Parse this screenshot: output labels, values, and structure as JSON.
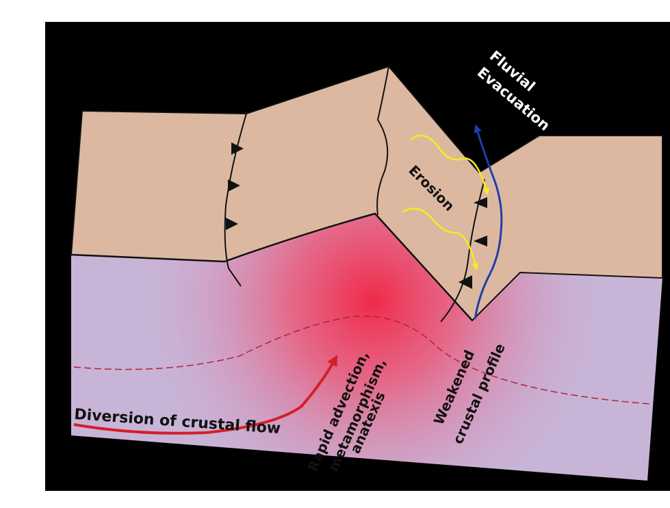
{
  "labels": {
    "fluvial": "Fluvial",
    "evacuation": "Evacuation",
    "erosion": "Erosion",
    "diversion": "Diversion of crustal flow",
    "rapid_line1": "Rapid advection,",
    "rapid_line2": "metamorphism,",
    "rapid_line3": "anatexis",
    "weakened_line1": "Weakened",
    "weakened_line2": "crustal profile"
  },
  "colors": {
    "background": "#000000",
    "upper_crust": "#dcb8a1",
    "lower_crust": "#c8b4d6",
    "hot_zone": "#ee2244",
    "flow_arrow": "#d21f2a",
    "erosion_arrows": "#f5ee1a",
    "river": "#1c3fa8",
    "fault": "#111111"
  },
  "icons": {
    "thrust_teeth": "triangle-icon",
    "arrows": "arrow-icon"
  }
}
